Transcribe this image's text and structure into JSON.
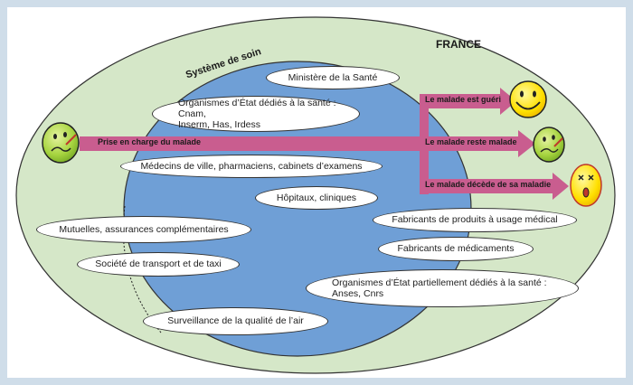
{
  "country_label": "FRANCE",
  "system_label": "Système de soin",
  "entities": {
    "ministere": "Ministère de la Santé",
    "organismes_etat_1": "Organismes d’État dédiés à la santé : Cnam,",
    "organismes_etat_2": "Inserm, Has, Irdess",
    "medecins": "Médecins de ville, pharmaciens, cabinets d’examens",
    "hopitaux": "Hôpitaux, cliniques",
    "mutuelles": "Mutuelles, assurances complémentaires",
    "transport": "Société de transport et de taxi",
    "air": "Surveillance de la qualité de l’air",
    "fabricants_medical": "Fabricants de produits à usage médical",
    "fabricants_medicaments": "Fabricants de médicaments",
    "organismes_partiels_1": "Organismes d’État partiellement dédiés à la santé :",
    "organismes_partiels_2": "Anses, Cnrs"
  },
  "arrows": {
    "prise_en_charge": "Prise en charge du malade",
    "gueri": "Le malade est guéri",
    "reste_malade": "Le malade reste malade",
    "decede": "Le malade décède de sa maladie"
  },
  "colors": {
    "outer_ellipse": "#d5e7c8",
    "system_circle": "#6f9fd6",
    "arrow": "#c95d8f",
    "smiley_yellow": "#ffe000",
    "sick_green": "#a6d43f"
  }
}
